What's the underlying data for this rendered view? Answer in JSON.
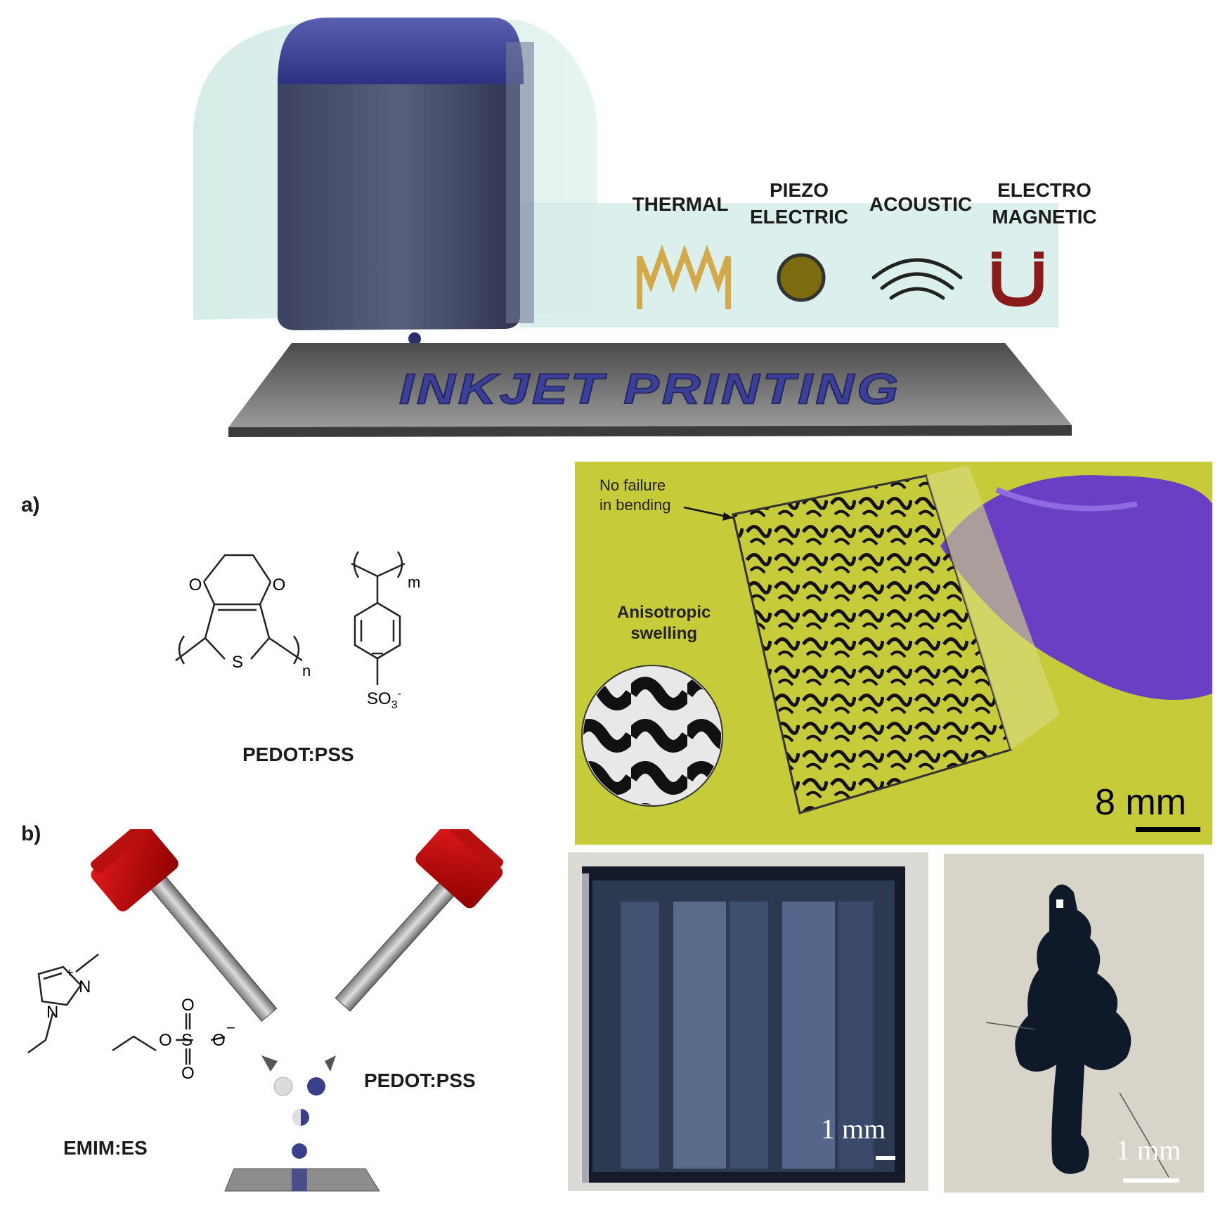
{
  "printer": {
    "mechanisms": [
      {
        "line1": "",
        "line2": "THERMAL",
        "icon": "thermal-resistor-icon",
        "color": "#d4a94a"
      },
      {
        "line1": "PIEZO",
        "line2": "ELECTRIC",
        "icon": "piezo-disc-icon",
        "color": "#7a6a10"
      },
      {
        "line1": "",
        "line2": "ACOUSTIC",
        "icon": "acoustic-wave-icon",
        "color": "#222222"
      },
      {
        "line1": "ELECTRO",
        "line2": "MAGNETIC",
        "icon": "magnet-icon",
        "color": "#8b1a1a"
      }
    ],
    "base_text": "INKJET PRINTING",
    "head_color": "#3a3f8c"
  },
  "panel_a": {
    "label": "a)",
    "subscript_n": "n",
    "subscript_m": "m",
    "atom_o": "O",
    "atom_s": "S",
    "sulfonate": "SO",
    "sulfonate_sub": "3",
    "sulfonate_sup": "-",
    "caption": "PEDOT:PSS"
  },
  "panel_b": {
    "label": "b)",
    "left_caption": "EMIM:ES",
    "right_caption": "PEDOT:PSS",
    "atom_n": "N",
    "plus": "+",
    "minus": "−",
    "atom_o": "O",
    "atom_s": "S"
  },
  "photo_bend": {
    "annotation_line1": "No failure",
    "annotation_line2": "in bending",
    "inset_line1": "Anisotropic",
    "inset_line2": "swelling",
    "scale": "8 mm"
  },
  "photo_square": {
    "scale": "1 mm"
  },
  "photo_tree": {
    "scale": "1 mm"
  }
}
